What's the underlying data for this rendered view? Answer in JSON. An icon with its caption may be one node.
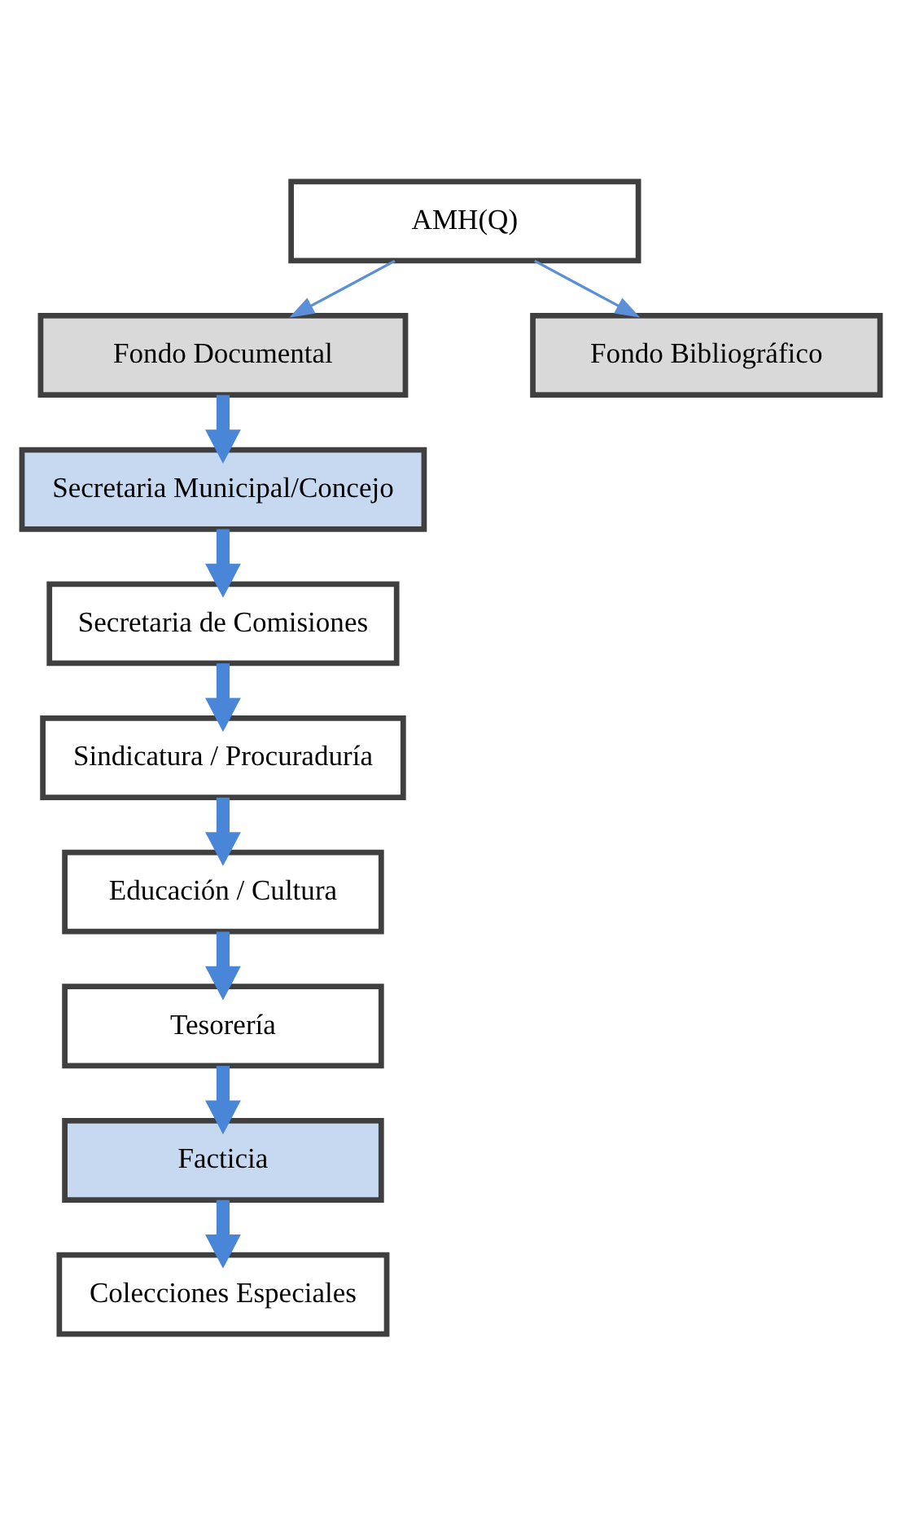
{
  "diagram": {
    "nodes": [
      {
        "text": [
          "AMH(Q)"
        ]
      },
      {
        "text": [
          "Fondo Documental"
        ]
      },
      {
        "text": [
          "Fondo Bibliográfico"
        ]
      },
      {
        "text": [
          "Secretaria Municipal/Concejo"
        ]
      },
      {
        "text": [
          "Secretaria de Comisiones"
        ]
      },
      {
        "text": [
          "Sindicatura / Procuraduría"
        ]
      },
      {
        "text": [
          "Educación / Cultura"
        ]
      },
      {
        "text": [
          "Tesorería"
        ]
      },
      {
        "text": [
          "Facticia"
        ]
      },
      {
        "text": [
          "Colecciones Especiales"
        ]
      }
    ],
    "edges": [
      {
        "from": 0,
        "to": 1,
        "arrow": "to",
        "color": "#5b8fd6"
      },
      {
        "from": 0,
        "to": 2,
        "arrow": "to",
        "color": "#5b8fd6"
      },
      {
        "from": 1,
        "to": 3,
        "arrow": "to"
      },
      {
        "from": 3,
        "to": 4,
        "arrow": "to"
      },
      {
        "from": 4,
        "to": 5,
        "arrow": "to"
      },
      {
        "from": 5,
        "to": 6,
        "arrow": "to"
      },
      {
        "from": 6,
        "to": 7,
        "arrow": "to"
      },
      {
        "from": 7,
        "to": 8,
        "arrow": "to"
      },
      {
        "from": 8,
        "to": 9,
        "arrow": "to"
      }
    ]
  }
}
